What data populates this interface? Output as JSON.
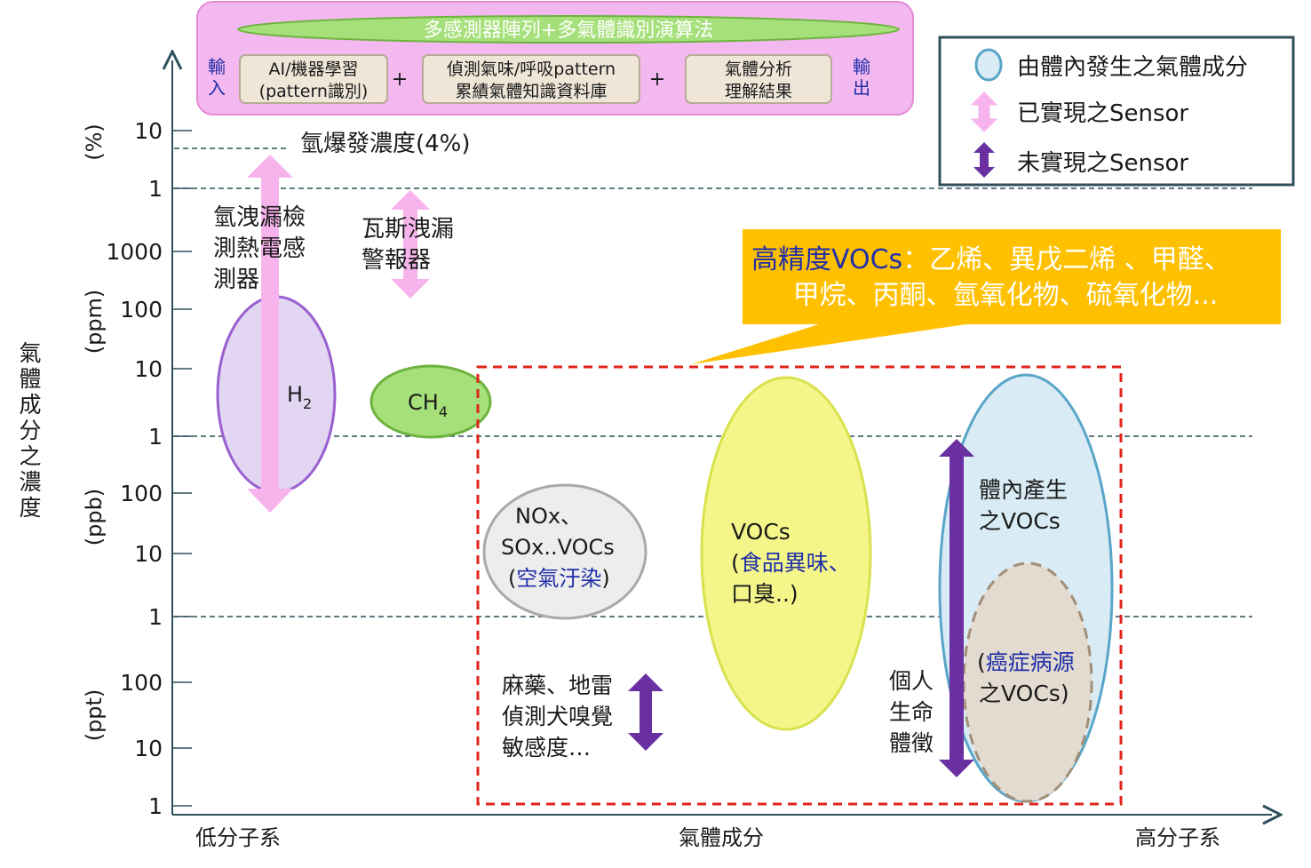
{
  "pipeline": {
    "banner": "多感測器陣列+多氣體識別演算法",
    "input_label": "輸入",
    "output_label": "輸出",
    "box1": [
      "AI/機器學習",
      "(pattern識別)"
    ],
    "box2": [
      "偵測氣味/呼吸pattern",
      "累績氣體知識資料庫"
    ],
    "box3": [
      "氣體分析",
      "理解結果"
    ],
    "plus": "+"
  },
  "legend": {
    "items": [
      {
        "label": "由體內發生之氣體成分",
        "symbol": "blue-ellipse"
      },
      {
        "label": "已實現之Sensor",
        "symbol": "pink-double-arrow"
      },
      {
        "label": "未實現之Sensor",
        "symbol": "purple-double-arrow"
      }
    ]
  },
  "axes": {
    "y_title": "氣體成分之濃度",
    "x_title": "氣體成分",
    "x_left": "低分子系",
    "x_right": "高分子系",
    "unit_groups": [
      "(%)",
      "(ppm)",
      "(ppb)",
      "(ppt)"
    ],
    "ticks": [
      "10",
      "1",
      "1000",
      "100",
      "10",
      "1",
      "100",
      "10",
      "1",
      "100",
      "10",
      "1"
    ]
  },
  "annotations": {
    "explosion": "氫爆發濃度(4%)",
    "h2_sensor": [
      "氫洩漏檢",
      "測熱電感",
      "測器"
    ],
    "gas_alarm": [
      "瓦斯洩漏",
      "警報器"
    ],
    "vocs_callout": {
      "prefix": "高精度VOCs",
      "line1_rest": "：乙烯、異戊二烯 、甲醛、",
      "line2": "甲烷、丙酮、氫氧化物、硫氧化物..."
    },
    "dog": [
      "麻藥、地雷",
      "偵測犬嗅覺",
      "敏感度…"
    ],
    "vital": [
      "個人",
      "生命",
      "體徵"
    ]
  },
  "ellipses": {
    "h2": "H",
    "h2_sub": "2",
    "ch4": "CH",
    "ch4_sub": "4",
    "nox": {
      "line1": "NOx、",
      "line2": "SOx..VOCs",
      "line3_open": "(",
      "line3_blue": "空氣汙染",
      "line3_close": ")"
    },
    "vocs": {
      "line1": "VOCs",
      "line2_open": "(",
      "line2_blue": "食品異味、",
      "line3": "口臭..)"
    },
    "body": [
      "體內產生",
      "之VOCs"
    ],
    "cancer": {
      "open": "(",
      "blue": "癌症病源",
      "line2": "之VOCs)"
    }
  },
  "colors": {
    "banner_fill": "#f4b8f0",
    "green_fill": "#a6e07a",
    "pink_arrow": "#f7b4ec",
    "purple": "#6a2fa0",
    "red_dash": "#e0241c",
    "callout": "#ffc000",
    "body_blue": "#d9ebf5",
    "cancer_tan": "#e4dbd0"
  }
}
